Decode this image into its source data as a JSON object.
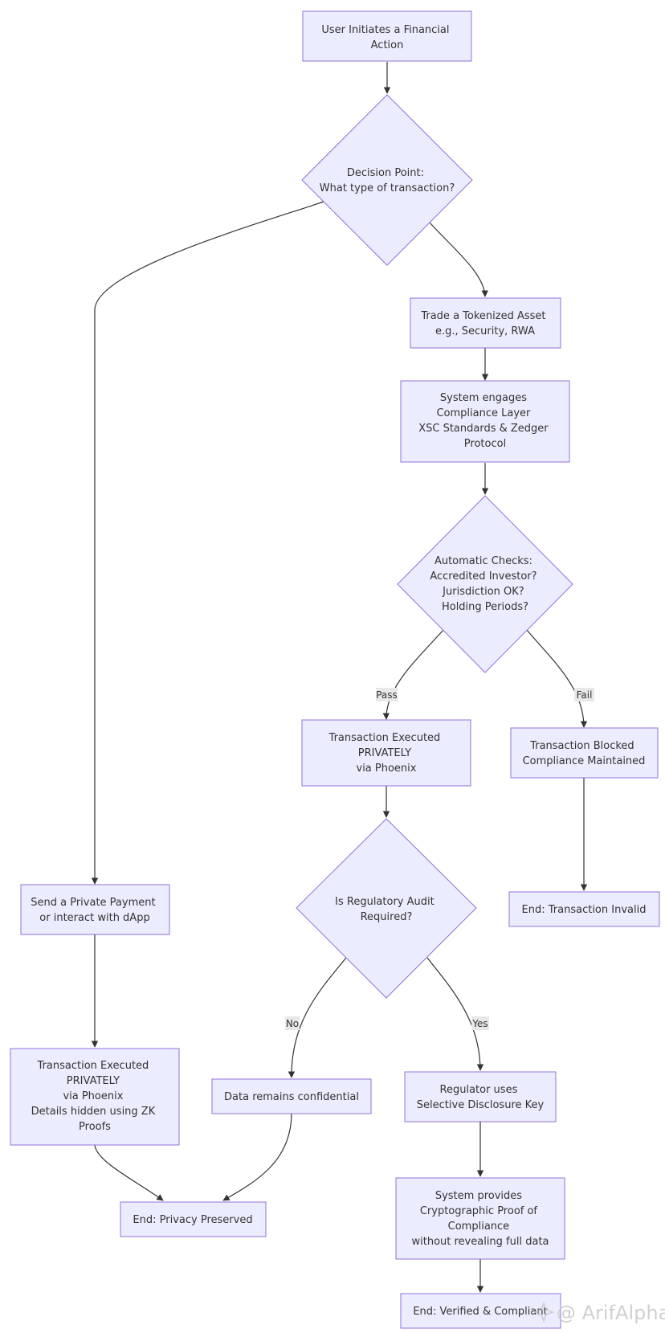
{
  "nodes": {
    "start": [
      "User Initiates a Financial",
      "Action"
    ],
    "decision_type": [
      "Decision Point:",
      "What type of transaction?"
    ],
    "trade": [
      "Trade a Tokenized Asset",
      "e.g., Security, RWA"
    ],
    "compliance": [
      "System engages",
      "Compliance Layer",
      "XSC Standards & Zedger",
      "Protocol"
    ],
    "checks": [
      "Automatic Checks:",
      "Accredited Investor?",
      "Jurisdiction OK?",
      "Holding Periods?"
    ],
    "executed_private": [
      "Transaction Executed",
      "PRIVATELY",
      "via Phoenix"
    ],
    "blocked": [
      "Transaction Blocked",
      "Compliance Maintained"
    ],
    "invalid": [
      "End: Transaction Invalid"
    ],
    "audit": [
      "Is Regulatory Audit",
      "Required?"
    ],
    "payment": [
      "Send a Private Payment",
      "or interact with dApp"
    ],
    "executed_zk": [
      "Transaction Executed",
      "PRIVATELY",
      "via Phoenix",
      "Details hidden using ZK",
      "Proofs"
    ],
    "confidential": [
      "Data remains confidential"
    ],
    "regulator": [
      "Regulator uses",
      "Selective Disclosure Key"
    ],
    "privacy": [
      "End: Privacy Preserved"
    ],
    "proof": [
      "System provides",
      "Cryptographic Proof of",
      "Compliance",
      "without revealing full data"
    ],
    "verified": [
      "End: Verified & Compliant"
    ]
  },
  "edge_labels": {
    "pass": "Pass",
    "fail": "Fail",
    "no": "No",
    "yes": "Yes"
  },
  "watermark": {
    "text": "@ ArifAlpha",
    "icon": "sparkle-logo-icon"
  },
  "colors": {
    "node_fill": "#ececff",
    "node_stroke": "#9370db",
    "edge": "#333333",
    "text": "#333333",
    "edge_label_bg": "#e8e8e8"
  }
}
